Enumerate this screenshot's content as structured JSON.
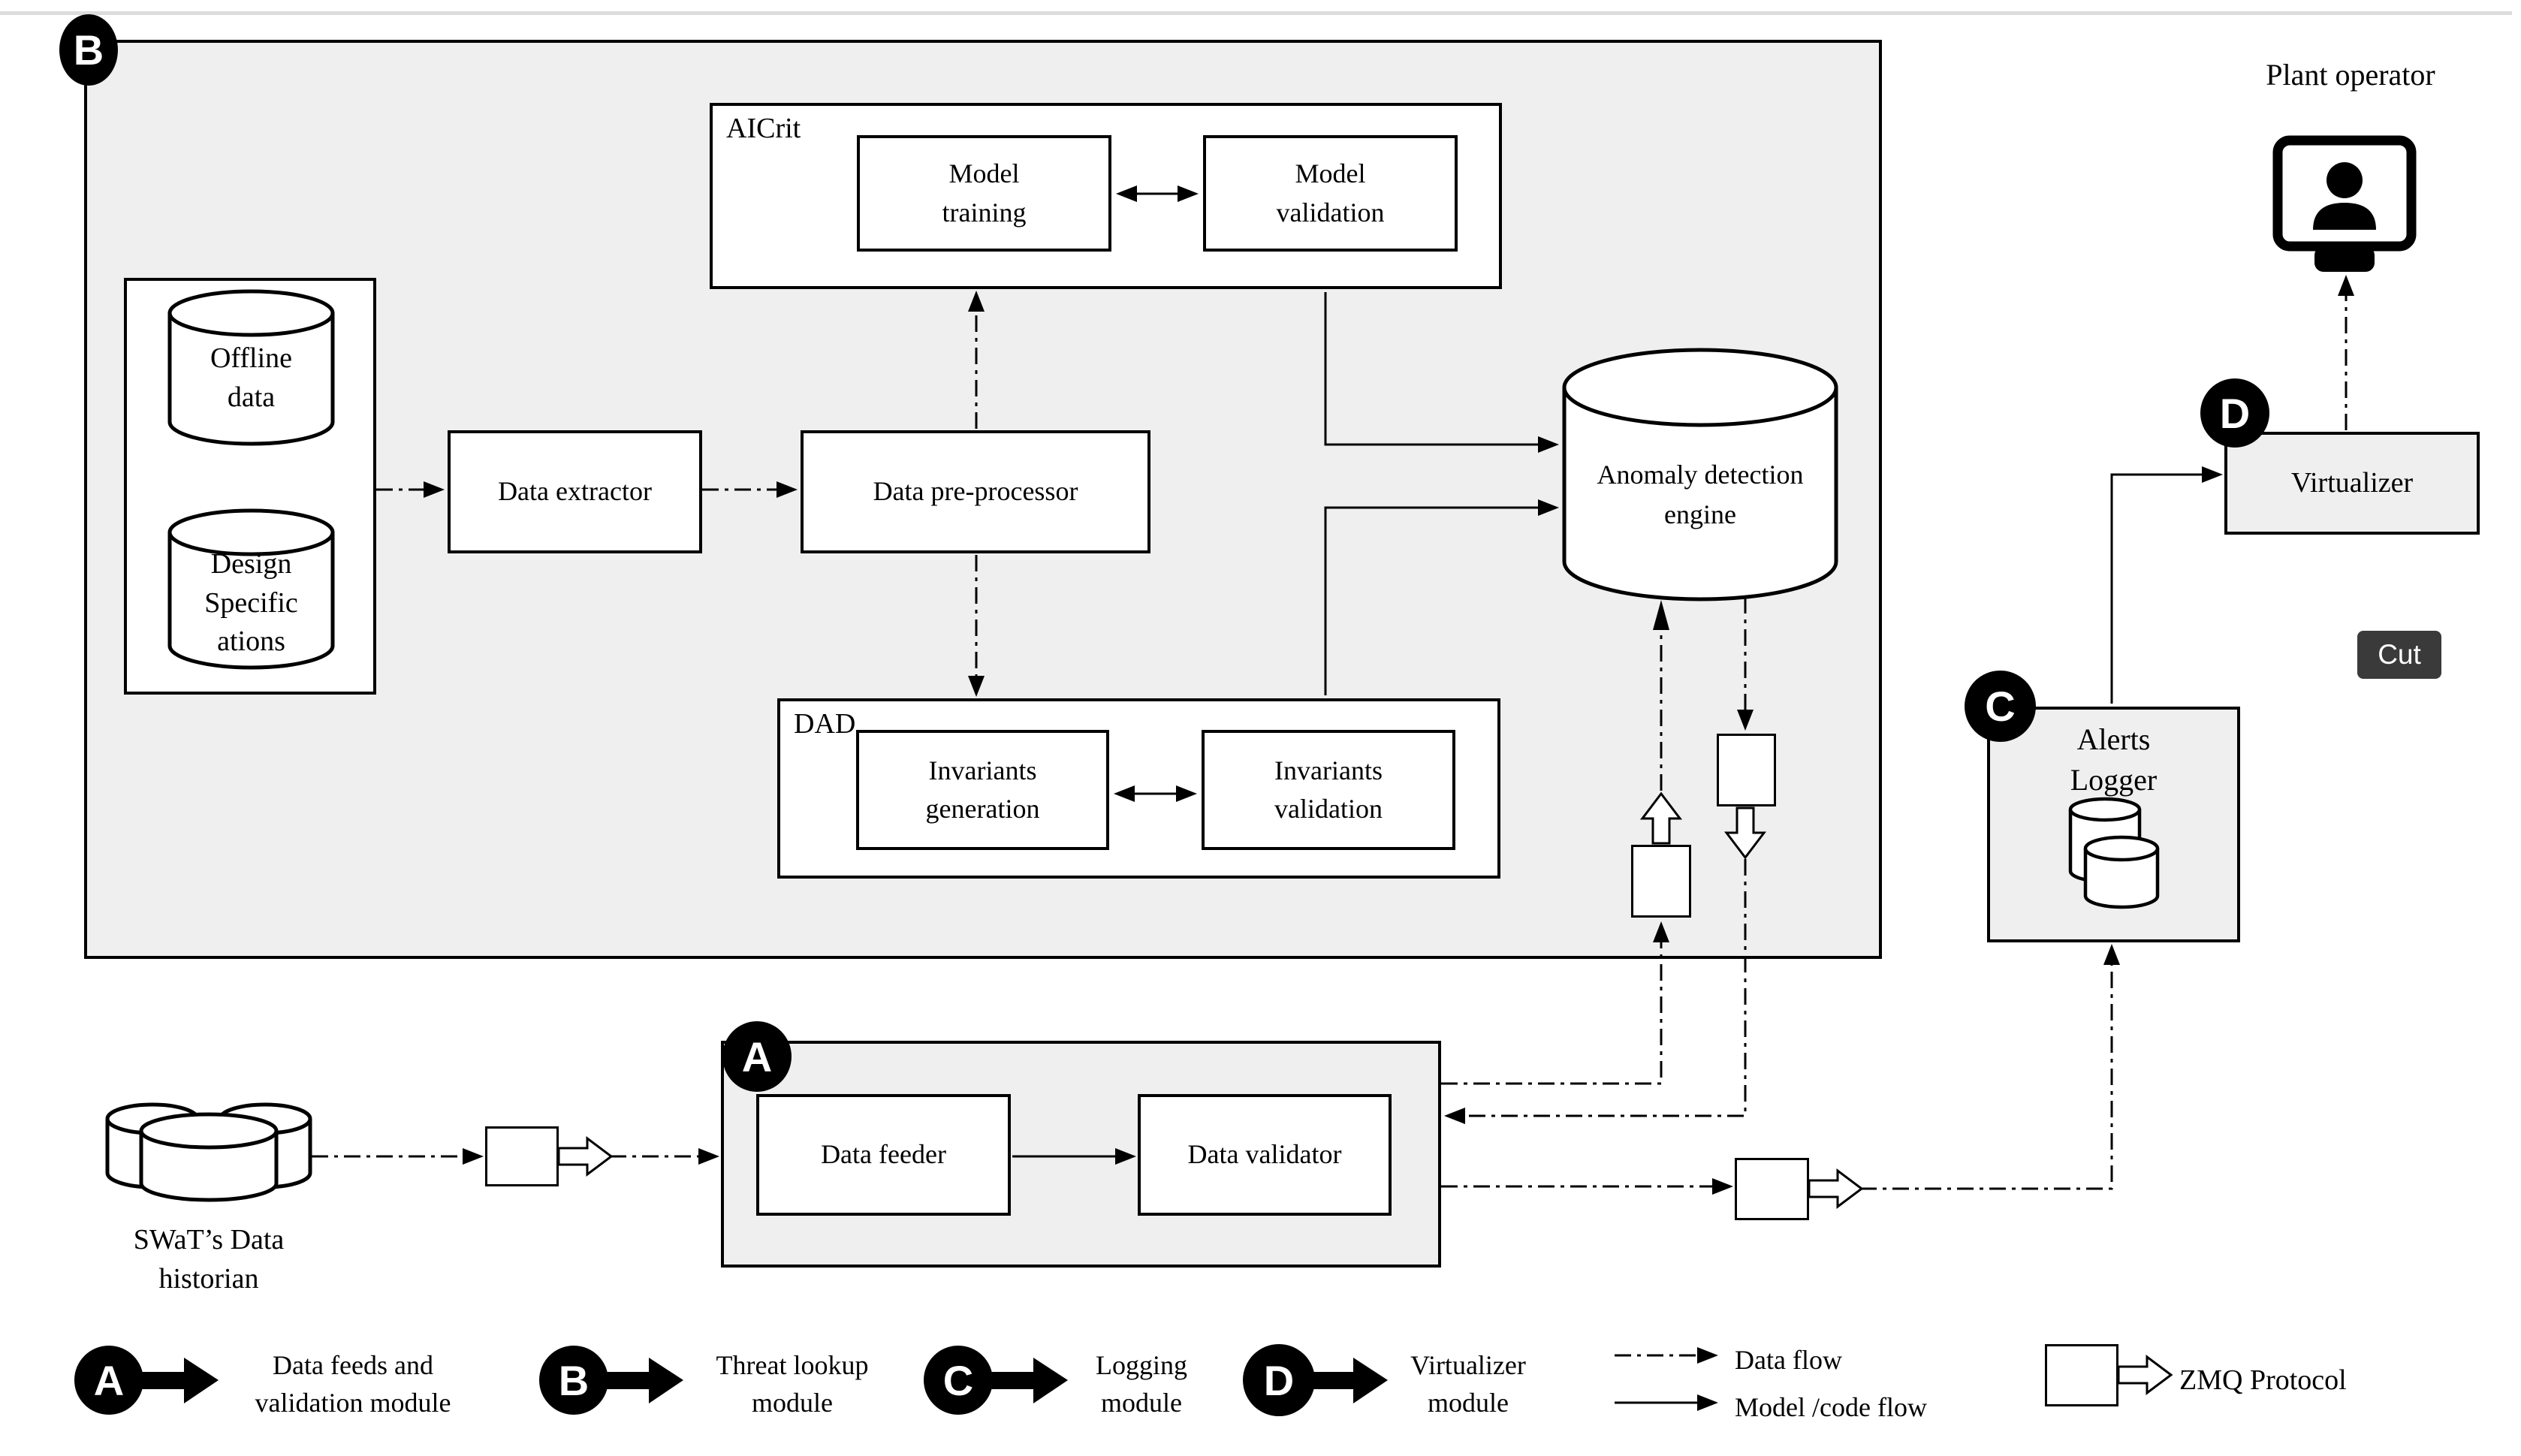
{
  "colors": {
    "region_fill": "#efefef",
    "stroke": "#000000",
    "cut_bg": "#3a3a3a",
    "cut_text": "#ffffff",
    "top_rule": "#dcdcdc"
  },
  "badges": {
    "a": "A",
    "b": "B",
    "c": "C",
    "d": "D"
  },
  "region_b": {
    "datastore": {
      "offline_label": "Offline\ndata",
      "design_label": "Design\nSpecific\nations"
    },
    "data_extractor": "Data extractor",
    "data_preprocessor": "Data pre-processor",
    "aicrit": {
      "title": "AICrit",
      "model_training": "Model\ntraining",
      "model_validation": "Model\nvalidation"
    },
    "dad": {
      "title": "DAD",
      "invariants_generation": "Invariants\ngeneration",
      "invariants_validation": "Invariants\nvalidation"
    },
    "anomaly_engine": "Anomaly detection\nengine"
  },
  "region_a": {
    "data_feeder": "Data feeder",
    "data_validator": "Data validator"
  },
  "swat_historian": "SWaT’s Data\nhistorian",
  "plant_operator": "Plant operator",
  "virtualizer": "Virtualizer",
  "alerts_logger": "Alerts\nLogger",
  "cut_button": "Cut",
  "legend": {
    "a": "Data feeds and\nvalidation module",
    "b": "Threat lookup\nmodule",
    "c": "Logging\nmodule",
    "d": "Virtualizer\nmodule",
    "data_flow": "Data flow",
    "model_flow": "Model /code flow",
    "zmq": "ZMQ Protocol"
  },
  "icons": {
    "operator": "monitor-user-icon",
    "datastore": "database-cylinder-icon",
    "historian": "database-cluster-icon",
    "alerts": "log-database-icon",
    "zmq": "zmq-protocol-open-arrow"
  }
}
